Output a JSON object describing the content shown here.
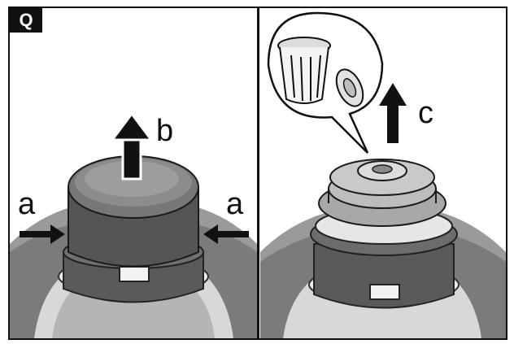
{
  "step_badge": "Q",
  "labels": {
    "left_side": "a",
    "right_side": "a",
    "lift": "b",
    "remove": "c"
  },
  "icons": {
    "arrow": "arrow-icon",
    "trash": "trash-bin-icon"
  },
  "colors": {
    "ink": "#111111",
    "dark": "#4b4b4b",
    "mid": "#8a8a8a",
    "light": "#c8c8c8",
    "bg": "#ffffff"
  }
}
